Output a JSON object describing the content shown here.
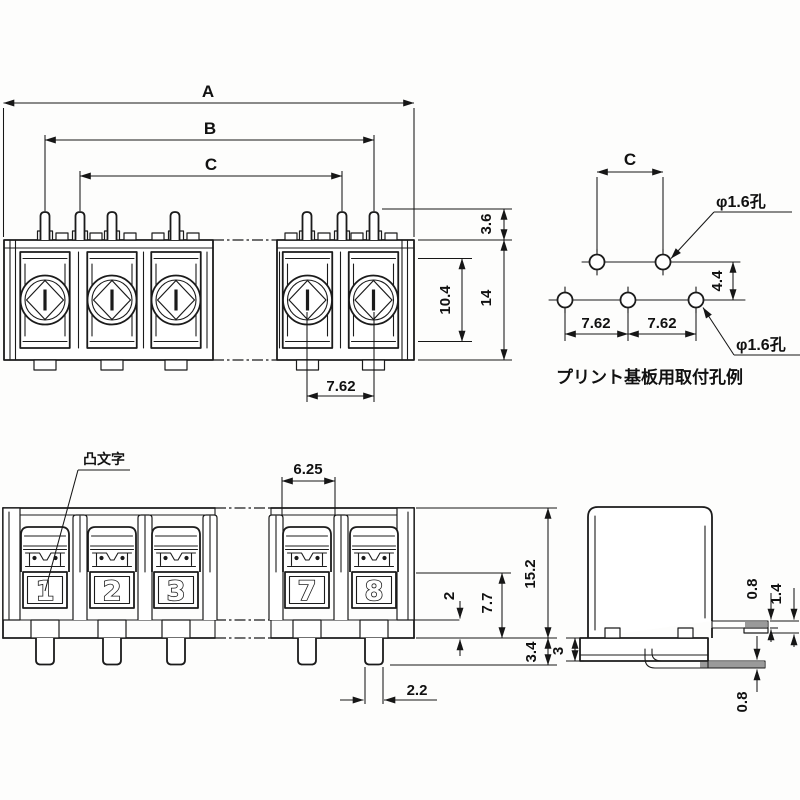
{
  "drawing": {
    "top_view": {
      "dim_a": "A",
      "dim_b": "B",
      "dim_c": "C",
      "dim_3_6": "3.6",
      "dim_10_4": "10.4",
      "dim_14": "14",
      "dim_7_62": "7.62"
    },
    "pcb_view": {
      "dim_c": "C",
      "hole_label_top": "φ1.6孔",
      "hole_label_bottom": "φ1.6孔",
      "dim_4_4": "4.4",
      "dim_7_62_left": "7.62",
      "dim_7_62_right": "7.62",
      "caption": "プリント基板用取付孔例"
    },
    "front_view": {
      "embossed_label": "凸文字",
      "dim_6_25": "6.25",
      "dim_2": "2",
      "dim_7_7": "7.7",
      "dim_15_2": "15.2",
      "dim_3_4": "3.4",
      "dim_2_2": "2.2",
      "terminal_numbers": [
        "1",
        "2",
        "3",
        "7",
        "8"
      ]
    },
    "side_view": {
      "dim_0_8_top": "0.8",
      "dim_1_4": "1.4",
      "dim_3": "3",
      "dim_0_8_bottom": "0.8"
    }
  }
}
